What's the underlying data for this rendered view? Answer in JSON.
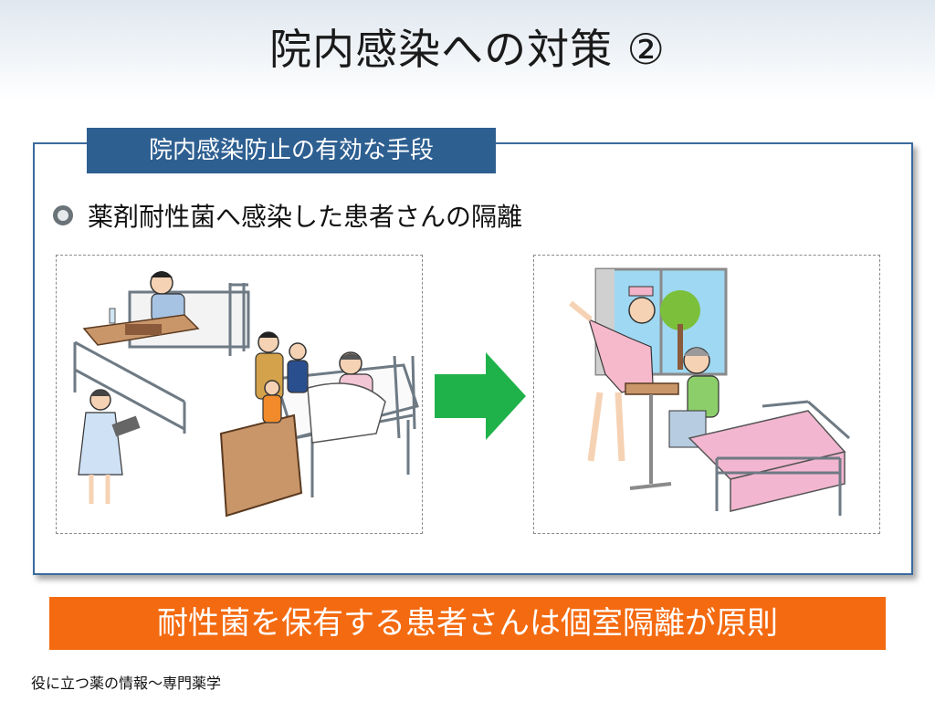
{
  "slide": {
    "title": "院内感染への対策 ②",
    "section_label": "院内感染防止の有効な手段",
    "bullet": "薬剤耐性菌へ感染した患者さんの隔離",
    "banner": "耐性菌を保有する患者さんは個室隔離が原則",
    "footer": "役に立つ薬の情報～専門薬学"
  },
  "icons": {
    "bullet": "ring-bullet-icon",
    "arrow": "right-arrow-icon"
  },
  "colors": {
    "label_bg": "#2e5f91",
    "box_border": "#3a6a9e",
    "banner_bg": "#f46a10",
    "arrow": "#1fb24a"
  }
}
